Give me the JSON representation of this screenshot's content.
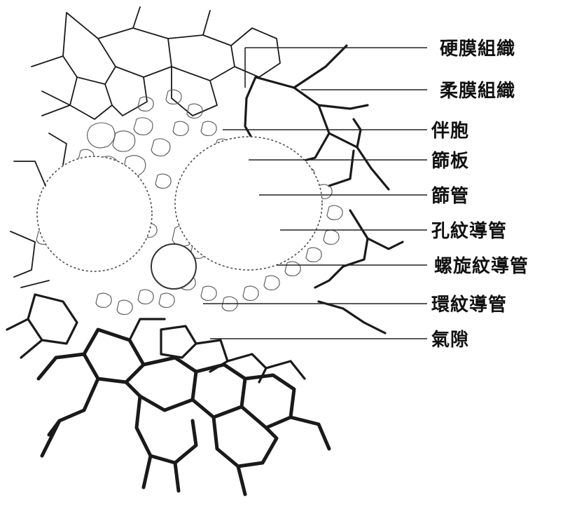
{
  "labels": [
    {
      "key": "sclerenchyma",
      "text": "硬膜組織"
    },
    {
      "key": "parenchyma",
      "text": "柔膜組織"
    },
    {
      "key": "companion_cell",
      "text": "伴胞"
    },
    {
      "key": "sieve_plate",
      "text": "篩板"
    },
    {
      "key": "sieve_tube",
      "text": "篩管"
    },
    {
      "key": "pitted_vessel",
      "text": "孔紋導管"
    },
    {
      "key": "spiral_vessel",
      "text": "螺旋紋導管"
    },
    {
      "key": "annular_vessel",
      "text": "環紋導管"
    },
    {
      "key": "air_space",
      "text": "氣隙"
    }
  ]
}
